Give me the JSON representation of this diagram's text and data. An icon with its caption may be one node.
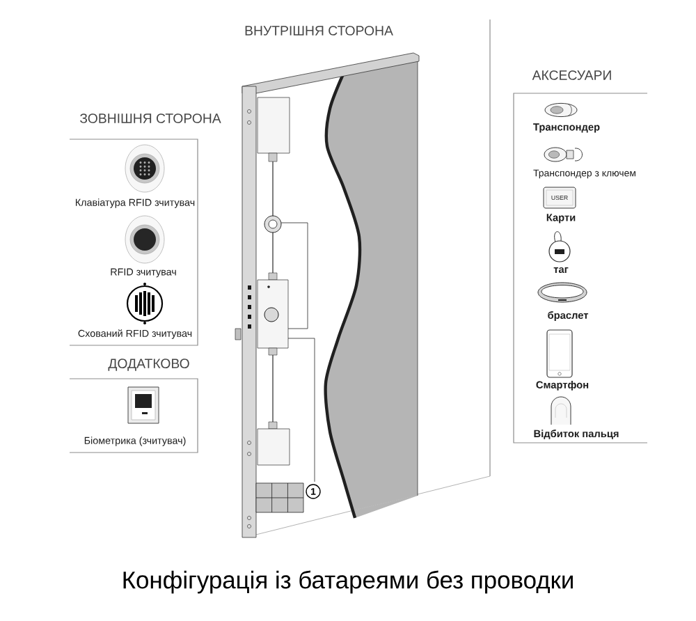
{
  "diagram": {
    "caption": "Конфігурація із батареями без проводки",
    "nodes": [
      {
        "text": [
          "ЗОВНІШНЯ СТОРОНА",
          "Клавіатура RFID зчитувач",
          "RFID зчитувач",
          "Схований RFID зчитувач"
        ]
      },
      {
        "text": [
          "ДОДАТКОВО",
          "Біометрика (зчитувач)"
        ]
      },
      {
        "text": [
          "АКСЕСУАРИ",
          "Транспондер",
          "Транспондер з ключем",
          "Карти",
          "таг",
          "браслет",
          "Смартфон",
          "Відбиток пальця"
        ]
      }
    ],
    "labels": [
      "ВНУТРІШНЯ СТОРОНА",
      "USER",
      "1"
    ]
  }
}
